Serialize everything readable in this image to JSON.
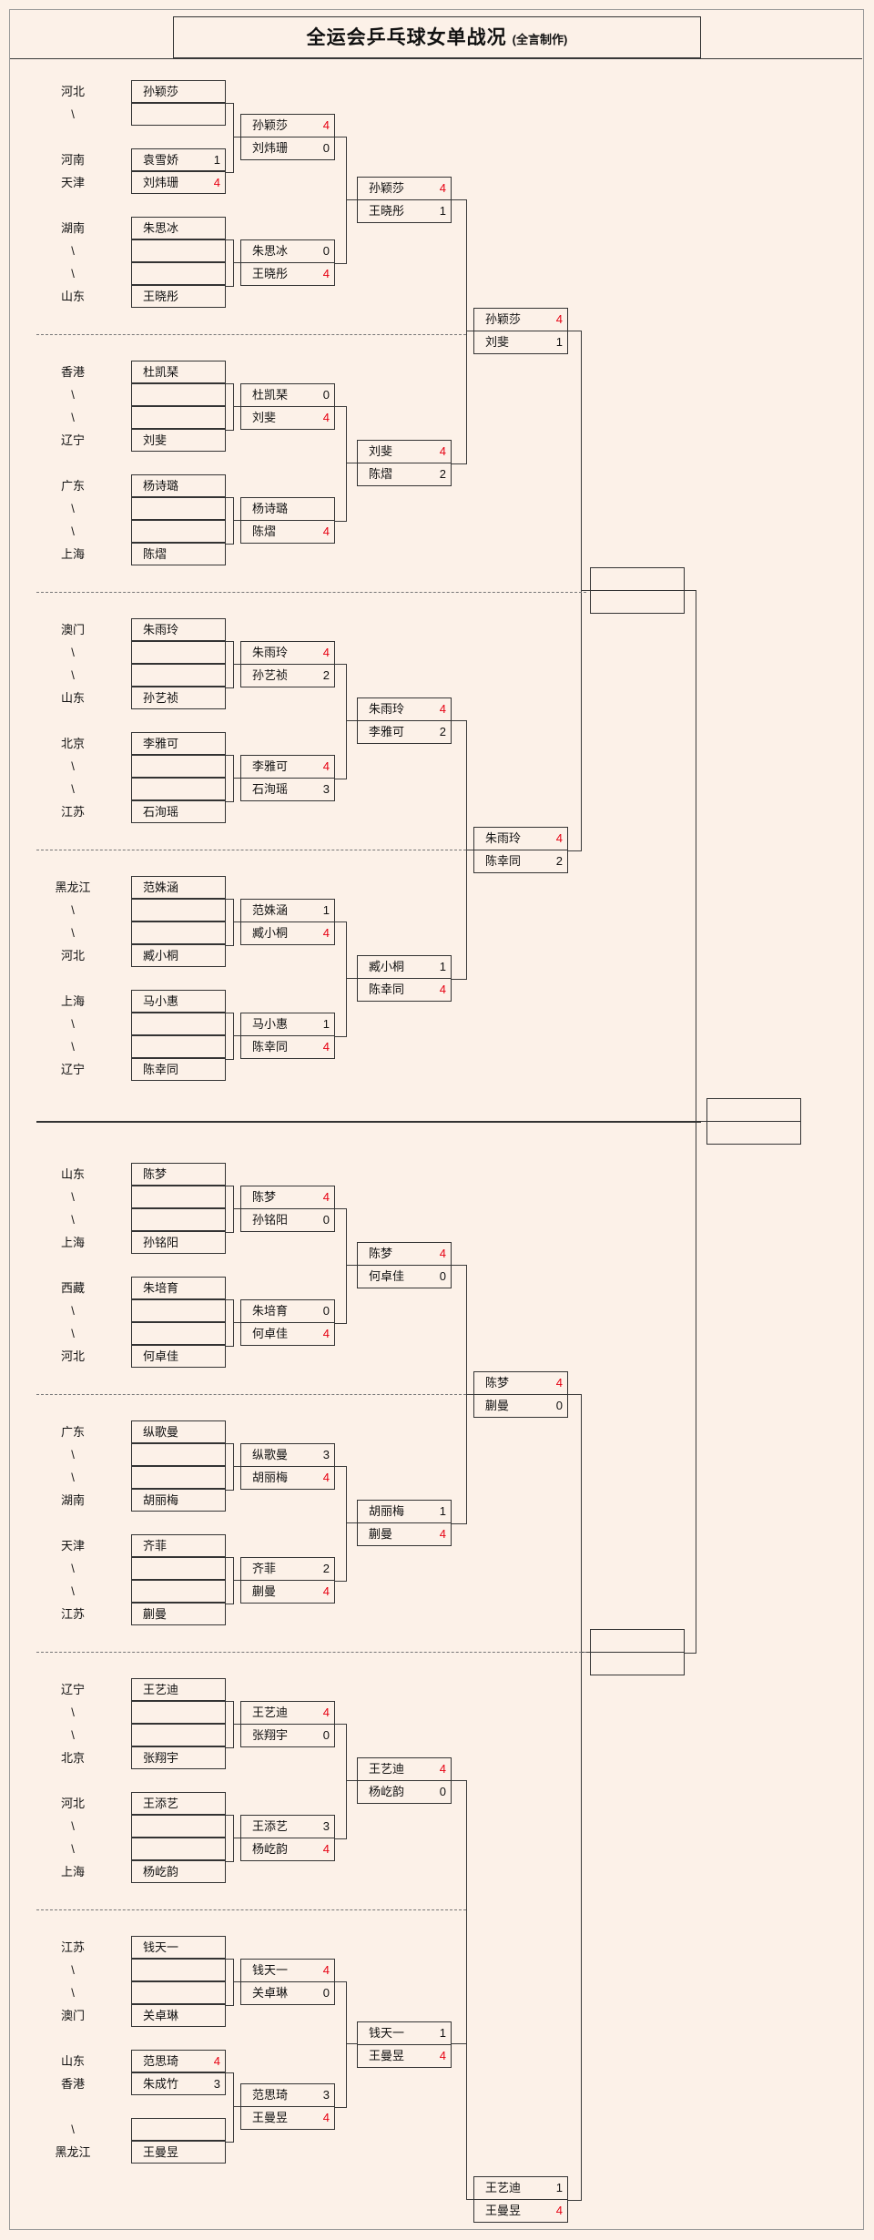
{
  "title": {
    "main": "全运会乒乓球女单战况",
    "credit": "(全言制作)"
  },
  "colors": {
    "win_score": "#e60012",
    "background": "#fcf1e8"
  },
  "r64": [
    {
      "rg": "河北",
      "nm": "孙颖莎"
    },
    {
      "rg": "\\"
    },
    {
      "rg": "河南",
      "nm": "袁雪娇",
      "sc": "1"
    },
    {
      "rg": "天津",
      "nm": "刘炜珊",
      "sc": "4",
      "w": 1
    },
    {
      "rg": "湖南",
      "nm": "朱思冰"
    },
    {
      "rg": "\\"
    },
    {
      "rg": "\\"
    },
    {
      "rg": "山东",
      "nm": "王晓彤"
    },
    {
      "rg": "香港",
      "nm": "杜凯琹"
    },
    {
      "rg": "\\"
    },
    {
      "rg": "\\"
    },
    {
      "rg": "辽宁",
      "nm": "刘斐"
    },
    {
      "rg": "广东",
      "nm": "杨诗璐"
    },
    {
      "rg": "\\"
    },
    {
      "rg": "\\"
    },
    {
      "rg": "上海",
      "nm": "陈熠"
    },
    {
      "rg": "澳门",
      "nm": "朱雨玲"
    },
    {
      "rg": "\\"
    },
    {
      "rg": "\\"
    },
    {
      "rg": "山东",
      "nm": "孙艺祯"
    },
    {
      "rg": "北京",
      "nm": "李雅可"
    },
    {
      "rg": "\\"
    },
    {
      "rg": "\\"
    },
    {
      "rg": "江苏",
      "nm": "石洵瑶"
    },
    {
      "rg": "黑龙江",
      "nm": "范姝涵"
    },
    {
      "rg": "\\"
    },
    {
      "rg": "\\"
    },
    {
      "rg": "河北",
      "nm": "臧小桐"
    },
    {
      "rg": "上海",
      "nm": "马小惠"
    },
    {
      "rg": "\\"
    },
    {
      "rg": "\\"
    },
    {
      "rg": "辽宁",
      "nm": "陈幸同"
    },
    {
      "rg": "山东",
      "nm": "陈梦"
    },
    {
      "rg": "\\"
    },
    {
      "rg": "\\"
    },
    {
      "rg": "上海",
      "nm": "孙铭阳"
    },
    {
      "rg": "西藏",
      "nm": "朱培育"
    },
    {
      "rg": "\\"
    },
    {
      "rg": "\\"
    },
    {
      "rg": "河北",
      "nm": "何卓佳"
    },
    {
      "rg": "广东",
      "nm": "纵歌曼"
    },
    {
      "rg": "\\"
    },
    {
      "rg": "\\"
    },
    {
      "rg": "湖南",
      "nm": "胡丽梅"
    },
    {
      "rg": "天津",
      "nm": "齐菲"
    },
    {
      "rg": "\\"
    },
    {
      "rg": "\\"
    },
    {
      "rg": "江苏",
      "nm": "蒯曼"
    },
    {
      "rg": "辽宁",
      "nm": "王艺迪"
    },
    {
      "rg": "\\"
    },
    {
      "rg": "\\"
    },
    {
      "rg": "北京",
      "nm": "张翔宇"
    },
    {
      "rg": "河北",
      "nm": "王添艺"
    },
    {
      "rg": "\\"
    },
    {
      "rg": "\\"
    },
    {
      "rg": "上海",
      "nm": "杨屹韵"
    },
    {
      "rg": "江苏",
      "nm": "钱天一"
    },
    {
      "rg": "\\"
    },
    {
      "rg": "\\"
    },
    {
      "rg": "澳门",
      "nm": "关卓琳"
    },
    {
      "rg": "山东",
      "nm": "范思琦",
      "sc": "4",
      "w": 1
    },
    {
      "rg": "香港",
      "nm": "朱成竹",
      "sc": "3"
    },
    {
      "rg": "\\"
    },
    {
      "rg": "黑龙江",
      "nm": "王曼昱"
    }
  ],
  "r32": [
    {
      "nm": "孙颖莎",
      "sc": "4",
      "w": 1
    },
    {
      "nm": "刘炜珊",
      "sc": "0"
    },
    {
      "nm": "朱思冰",
      "sc": "0"
    },
    {
      "nm": "王晓彤",
      "sc": "4",
      "w": 1
    },
    {
      "nm": "杜凯琹",
      "sc": "0"
    },
    {
      "nm": "刘斐",
      "sc": "4",
      "w": 1
    },
    {
      "nm": "杨诗璐",
      "sc": ""
    },
    {
      "nm": "陈熠",
      "sc": "4",
      "w": 1
    },
    {
      "nm": "朱雨玲",
      "sc": "4",
      "w": 1
    },
    {
      "nm": "孙艺祯",
      "sc": "2"
    },
    {
      "nm": "李雅可",
      "sc": "4",
      "w": 1
    },
    {
      "nm": "石洵瑶",
      "sc": "3"
    },
    {
      "nm": "范姝涵",
      "sc": "1"
    },
    {
      "nm": "臧小桐",
      "sc": "4",
      "w": 1
    },
    {
      "nm": "马小惠",
      "sc": "1"
    },
    {
      "nm": "陈幸同",
      "sc": "4",
      "w": 1
    },
    {
      "nm": "陈梦",
      "sc": "4",
      "w": 1
    },
    {
      "nm": "孙铭阳",
      "sc": "0"
    },
    {
      "nm": "朱培育",
      "sc": "0"
    },
    {
      "nm": "何卓佳",
      "sc": "4",
      "w": 1
    },
    {
      "nm": "纵歌曼",
      "sc": "3"
    },
    {
      "nm": "胡丽梅",
      "sc": "4",
      "w": 1
    },
    {
      "nm": "齐菲",
      "sc": "2"
    },
    {
      "nm": "蒯曼",
      "sc": "4",
      "w": 1
    },
    {
      "nm": "王艺迪",
      "sc": "4",
      "w": 1
    },
    {
      "nm": "张翔宇",
      "sc": "0"
    },
    {
      "nm": "王添艺",
      "sc": "3"
    },
    {
      "nm": "杨屹韵",
      "sc": "4",
      "w": 1
    },
    {
      "nm": "钱天一",
      "sc": "4",
      "w": 1
    },
    {
      "nm": "关卓琳",
      "sc": "0"
    },
    {
      "nm": "范思琦",
      "sc": "3"
    },
    {
      "nm": "王曼昱",
      "sc": "4",
      "w": 1
    }
  ],
  "r16": [
    {
      "nm": "孙颖莎",
      "sc": "4",
      "w": 1
    },
    {
      "nm": "王晓彤",
      "sc": "1"
    },
    {
      "nm": "刘斐",
      "sc": "4",
      "w": 1
    },
    {
      "nm": "陈熠",
      "sc": "2"
    },
    {
      "nm": "朱雨玲",
      "sc": "4",
      "w": 1
    },
    {
      "nm": "李雅可",
      "sc": "2"
    },
    {
      "nm": "臧小桐",
      "sc": "1"
    },
    {
      "nm": "陈幸同",
      "sc": "4",
      "w": 1
    },
    {
      "nm": "陈梦",
      "sc": "4",
      "w": 1
    },
    {
      "nm": "何卓佳",
      "sc": "0"
    },
    {
      "nm": "胡丽梅",
      "sc": "1"
    },
    {
      "nm": "蒯曼",
      "sc": "4",
      "w": 1
    },
    {
      "nm": "王艺迪",
      "sc": "4",
      "w": 1
    },
    {
      "nm": "杨屹韵",
      "sc": "0"
    },
    {
      "nm": "钱天一",
      "sc": "1"
    },
    {
      "nm": "王曼昱",
      "sc": "4",
      "w": 1
    }
  ],
  "qf": [
    {
      "nm": "孙颖莎",
      "sc": "4",
      "w": 1
    },
    {
      "nm": "刘斐",
      "sc": "1"
    },
    {
      "nm": "朱雨玲",
      "sc": "4",
      "w": 1
    },
    {
      "nm": "陈幸同",
      "sc": "2"
    },
    {
      "nm": "陈梦",
      "sc": "4",
      "w": 1
    },
    {
      "nm": "蒯曼",
      "sc": "0"
    },
    {
      "nm": "王艺迪",
      "sc": "1"
    },
    {
      "nm": "王曼昱",
      "sc": "4",
      "w": 1
    }
  ],
  "sf": [
    {
      "nm": "",
      "sc": ""
    },
    {
      "nm": "",
      "sc": ""
    },
    {
      "nm": "",
      "sc": ""
    },
    {
      "nm": "",
      "sc": ""
    }
  ],
  "fin": [
    {
      "nm": "",
      "sc": ""
    },
    {
      "nm": "",
      "sc": ""
    }
  ]
}
